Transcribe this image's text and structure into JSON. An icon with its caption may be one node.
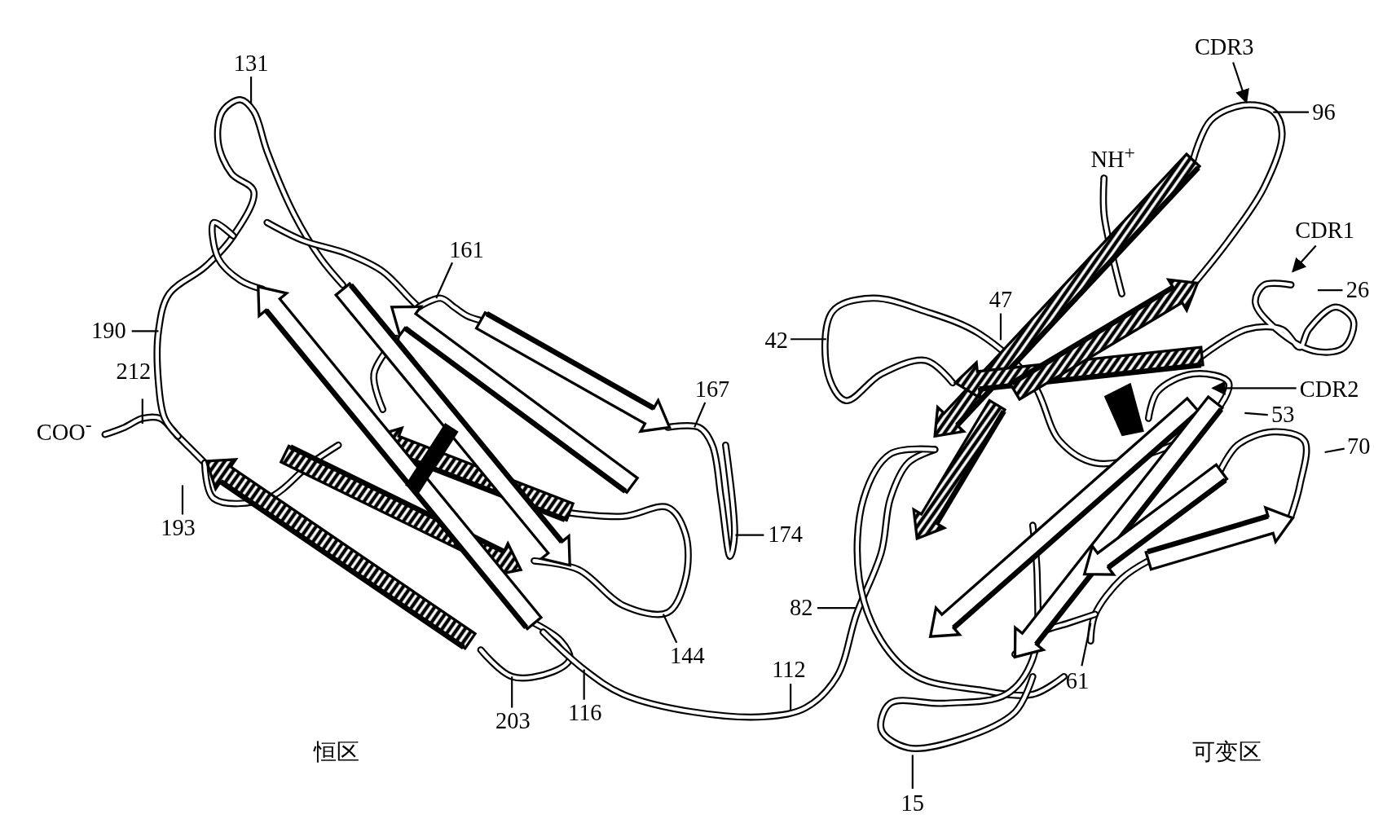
{
  "diagram": {
    "nodes": [
      {
        "text": [
          "131"
        ]
      },
      {
        "text": [
          "161"
        ]
      },
      {
        "text": [
          "167"
        ]
      },
      {
        "text": [
          "190"
        ]
      },
      {
        "text": [
          "212"
        ]
      },
      {
        "text": [
          "193"
        ]
      },
      {
        "text": [
          "174"
        ]
      },
      {
        "text": [
          "144"
        ]
      },
      {
        "text": [
          "203"
        ]
      },
      {
        "text": [
          "116"
        ]
      },
      {
        "text": [
          "112"
        ]
      },
      {
        "text": [
          "82"
        ]
      },
      {
        "text": [
          "42"
        ]
      },
      {
        "text": [
          "47"
        ]
      },
      {
        "text": [
          "CDR3"
        ]
      },
      {
        "text": [
          "96"
        ]
      },
      {
        "text": [
          "CDR1"
        ]
      },
      {
        "text": [
          "26"
        ]
      },
      {
        "text": [
          "CDR2"
        ]
      },
      {
        "text": [
          "53"
        ]
      },
      {
        "text": [
          "70"
        ]
      },
      {
        "text": [
          "61"
        ]
      },
      {
        "text": [
          "15"
        ]
      }
    ],
    "edges": [
      {
        "from": 0,
        "to": null,
        "arrow": "none"
      },
      {
        "from": 1,
        "to": null,
        "arrow": "none"
      },
      {
        "from": 2,
        "to": null,
        "arrow": "none"
      },
      {
        "from": 3,
        "to": null,
        "arrow": "none"
      },
      {
        "from": 4,
        "to": null,
        "arrow": "none"
      },
      {
        "from": 5,
        "to": null,
        "arrow": "none"
      },
      {
        "from": 6,
        "to": null,
        "arrow": "none"
      },
      {
        "from": 7,
        "to": null,
        "arrow": "none"
      },
      {
        "from": 8,
        "to": null,
        "arrow": "none"
      },
      {
        "from": 9,
        "to": null,
        "arrow": "none"
      },
      {
        "from": 10,
        "to": null,
        "arrow": "none"
      },
      {
        "from": 11,
        "to": null,
        "arrow": "none"
      },
      {
        "from": 12,
        "to": null,
        "arrow": "none"
      },
      {
        "from": 13,
        "to": null,
        "arrow": "none"
      },
      {
        "from": 14,
        "to": null,
        "arrow": "to"
      },
      {
        "from": 15,
        "to": null,
        "arrow": "none"
      },
      {
        "from": 16,
        "to": null,
        "arrow": "to"
      },
      {
        "from": 17,
        "to": null,
        "arrow": "none"
      },
      {
        "from": 18,
        "to": null,
        "arrow": "to"
      },
      {
        "from": 19,
        "to": null,
        "arrow": "none"
      },
      {
        "from": 20,
        "to": null,
        "arrow": "none"
      },
      {
        "from": 21,
        "to": null,
        "arrow": "none"
      },
      {
        "from": 22,
        "to": null,
        "arrow": "none"
      }
    ],
    "labels": [
      "COO$^{-}$",
      "NH$^{+}$",
      "恒区",
      "可变区"
    ]
  }
}
